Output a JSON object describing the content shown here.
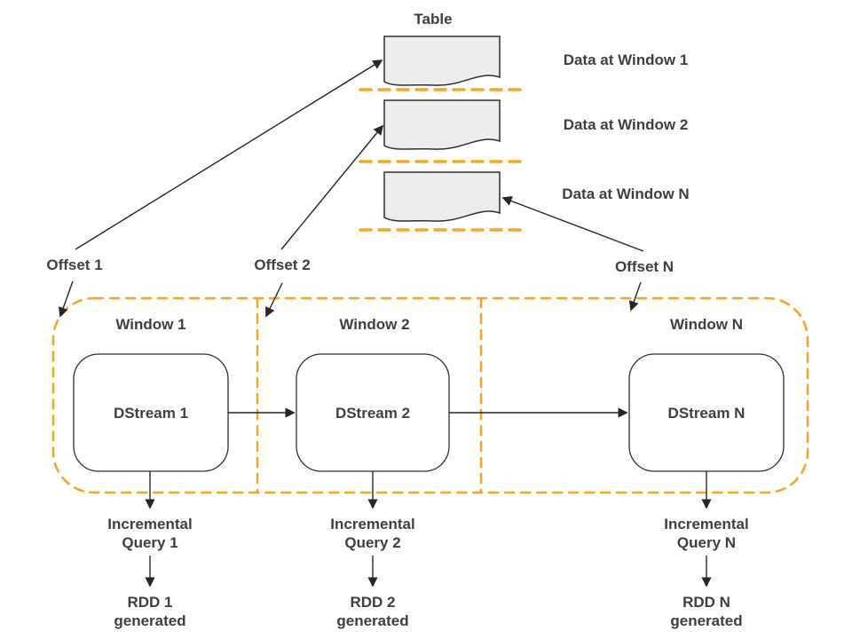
{
  "colors": {
    "orange": "#f5a623",
    "doc_fill": "#ececec",
    "line": "#2f2f2f",
    "text": "#3f3f3f"
  },
  "table": {
    "label": "Table"
  },
  "data_rows": [
    {
      "label": "Data at Window 1"
    },
    {
      "label": "Data at Window 2"
    },
    {
      "label": "Data at Window N"
    }
  ],
  "offsets": [
    {
      "label": "Offset 1"
    },
    {
      "label": "Offset 2"
    },
    {
      "label": "Offset N"
    }
  ],
  "windows": [
    {
      "label": "Window 1",
      "dstream": "DStream 1",
      "query": "Incremental\nQuery 1",
      "rdd": "RDD 1\ngenerated"
    },
    {
      "label": "Window 2",
      "dstream": "DStream 2",
      "query": "Incremental\nQuery 2",
      "rdd": "RDD 2\ngenerated"
    },
    {
      "label": "Window N",
      "dstream": "DStream N",
      "query": "Incremental\nQuery N",
      "rdd": "RDD N\ngenerated"
    }
  ]
}
